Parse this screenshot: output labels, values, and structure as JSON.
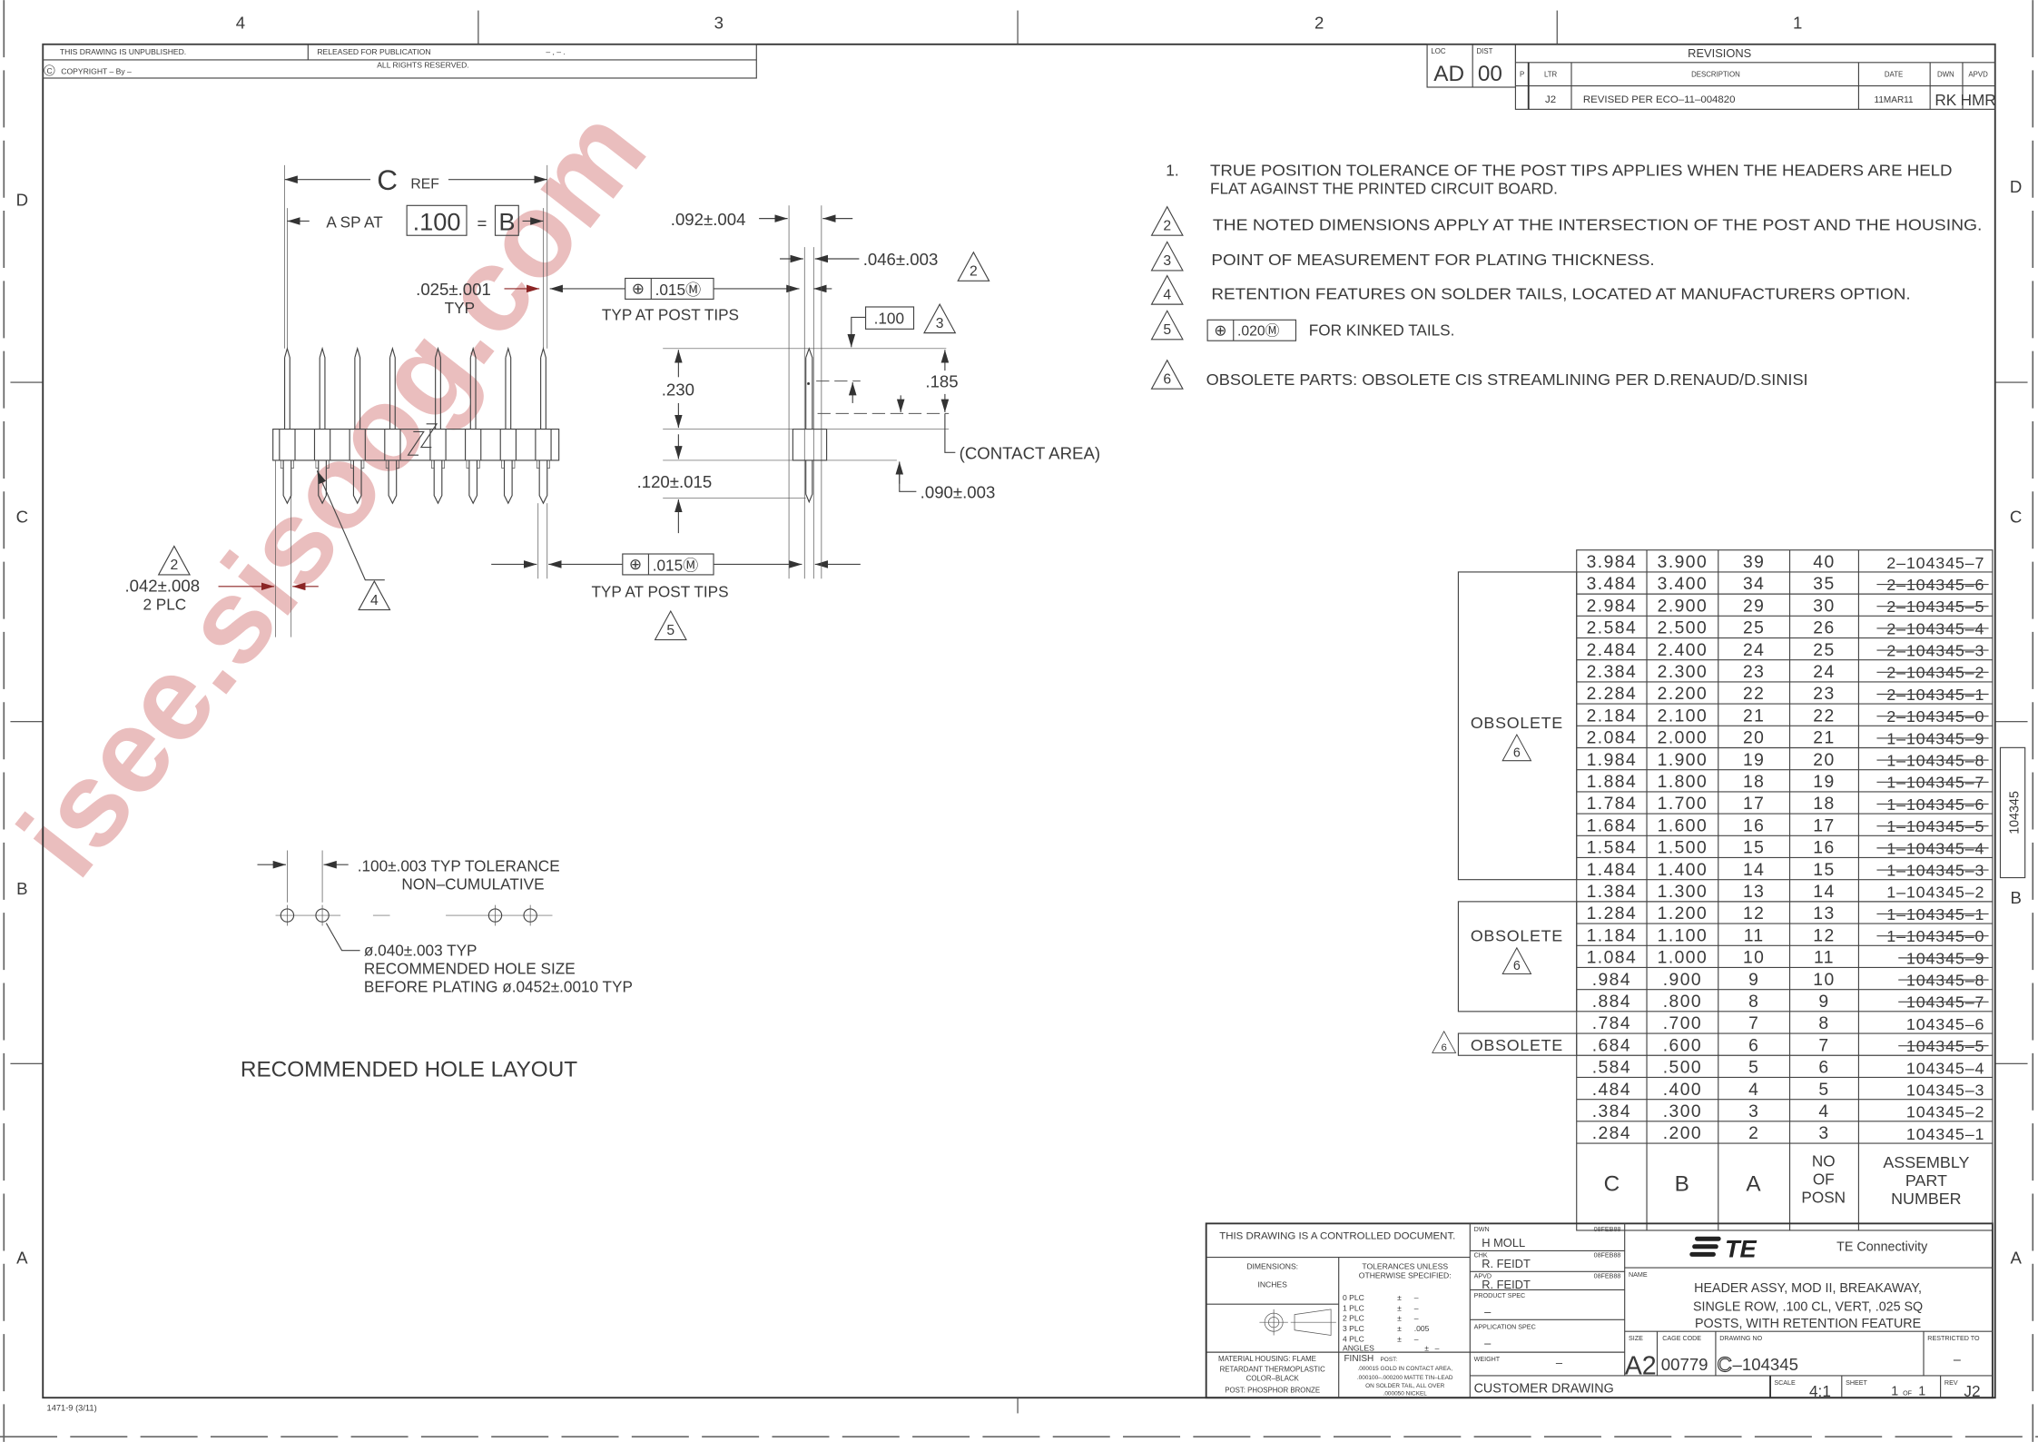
{
  "zones": {
    "top": [
      "4",
      "3",
      "2",
      "1"
    ],
    "left": [
      "D",
      "C",
      "B",
      "A"
    ],
    "right": [
      "D",
      "C",
      "B",
      "A"
    ]
  },
  "header_block": {
    "unpublished": "THIS DRAWING IS UNPUBLISHED.",
    "released": "RELEASED FOR PUBLICATION",
    "release_date": "– , –    .",
    "copyright": "COPYRIGHT  –      By  –",
    "rights": "ALL RIGHTS RESERVED."
  },
  "revisions": {
    "loc_label": "LOC",
    "loc": "AD",
    "dist_label": "DIST",
    "dist": "00",
    "title": "REVISIONS",
    "columns": {
      "p": "P",
      "ltr": "LTR",
      "desc": "DESCRIPTION",
      "date": "DATE",
      "dwn": "DWN",
      "apvd": "APVD"
    },
    "rows": [
      {
        "ltr": "J2",
        "desc": "REVISED PER ECO–11–004820",
        "date": "11MAR11",
        "dwn": "RK",
        "apvd": "HMR"
      }
    ]
  },
  "notes": [
    {
      "flag": "1.",
      "lines": [
        "TRUE POSITION TOLERANCE OF THE POST TIPS APPLIES WHEN THE HEADERS ARE HELD",
        "FLAT AGAINST THE PRINTED CIRCUIT BOARD."
      ]
    },
    {
      "flag": "2",
      "lines": [
        "THE NOTED DIMENSIONS APPLY AT THE INTERSECTION OF THE POST AND THE HOUSING."
      ]
    },
    {
      "flag": "3",
      "lines": [
        "POINT OF MEASUREMENT FOR PLATING THICKNESS."
      ]
    },
    {
      "flag": "4",
      "lines": [
        "RETENTION FEATURES ON SOLDER TAILS, LOCATED AT MANUFACTURERS OPTION."
      ]
    },
    {
      "flag": "5",
      "fcf_symbol": "⊕",
      "fcf_value": ".020Ⓜ",
      "lines": [
        "FOR KINKED TAILS."
      ]
    },
    {
      "flag": "6",
      "lines": [
        "OBSOLETE PARTS: OBSOLETE CIS STREAMLINING PER D.RENAUD/D.SINISI"
      ]
    }
  ],
  "drawing": {
    "c_ref": "C",
    "c_ref_suffix": "REF",
    "a_sp_at": "A SP AT",
    "pitch_box": ".100",
    "equals": "=",
    "b_box": "B",
    "post_size": ".025±.001",
    "post_size_typ": "TYP",
    "fcf_symbol": "⊕",
    "fcf_top": ".015Ⓜ",
    "fcf_top_note": "TYP AT POST TIPS",
    "fcf_bottom": ".015Ⓜ",
    "fcf_bottom_note": "TYP AT POST TIPS",
    "fcf_bottom_flag": "5",
    "housing_width": ".092±.004",
    "post_width": ".046±.003",
    "post_width_flag": "2",
    "plating_box": ".100",
    "plating_flag": "3",
    "post_height": ".230",
    "contact_height": ".185",
    "contact_area": "(CONTACT AREA)",
    "tail_length": ".120±.015",
    "housing_height": ".090±.003",
    "end_post": ".042±.008",
    "end_post_qty": "2 PLC",
    "end_post_flag": "2",
    "retention_flag": "4"
  },
  "hole_layout": {
    "spacing": ".100±.003 TYP TOLERANCE",
    "spacing_note": "NON–CUMULATIVE",
    "hole_lines": [
      "ø.040±.003 TYP",
      "RECOMMENDED HOLE SIZE",
      "BEFORE PLATING ø.0452±.0010 TYP"
    ],
    "title": "RECOMMENDED HOLE LAYOUT"
  },
  "table": {
    "obsolete_label": "OBSOLETE",
    "obsolete_flag": "6",
    "headers": {
      "c": "C",
      "b": "B",
      "a": "A",
      "posn": [
        "NO",
        "OF",
        "POSN"
      ],
      "part": [
        "ASSEMBLY",
        "PART",
        "NUMBER"
      ]
    },
    "rows": [
      [
        "3.984",
        "3.900",
        "39",
        "40",
        "2–104345–7",
        false
      ],
      [
        "3.484",
        "3.400",
        "34",
        "35",
        "2–104345–6",
        true
      ],
      [
        "2.984",
        "2.900",
        "29",
        "30",
        "2–104345–5",
        true
      ],
      [
        "2.584",
        "2.500",
        "25",
        "26",
        "2–104345–4",
        true
      ],
      [
        "2.484",
        "2.400",
        "24",
        "25",
        "2–104345–3",
        true
      ],
      [
        "2.384",
        "2.300",
        "23",
        "24",
        "2–104345–2",
        true
      ],
      [
        "2.284",
        "2.200",
        "22",
        "23",
        "2–104345–1",
        true
      ],
      [
        "2.184",
        "2.100",
        "21",
        "22",
        "2–104345–0",
        true
      ],
      [
        "2.084",
        "2.000",
        "20",
        "21",
        "1–104345–9",
        true
      ],
      [
        "1.984",
        "1.900",
        "19",
        "20",
        "1–104345–8",
        true
      ],
      [
        "1.884",
        "1.800",
        "18",
        "19",
        "1–104345–7",
        true
      ],
      [
        "1.784",
        "1.700",
        "17",
        "18",
        "1–104345–6",
        true
      ],
      [
        "1.684",
        "1.600",
        "16",
        "17",
        "1–104345–5",
        true
      ],
      [
        "1.584",
        "1.500",
        "15",
        "16",
        "1–104345–4",
        true
      ],
      [
        "1.484",
        "1.400",
        "14",
        "15",
        "1–104345–3",
        true
      ],
      [
        "1.384",
        "1.300",
        "13",
        "14",
        "1–104345–2",
        false
      ],
      [
        "1.284",
        "1.200",
        "12",
        "13",
        "1–104345–1",
        true
      ],
      [
        "1.184",
        "1.100",
        "11",
        "12",
        "1–104345–0",
        true
      ],
      [
        "1.084",
        "1.000",
        "10",
        "11",
        "104345–9",
        true
      ],
      [
        ".984",
        ".900",
        "9",
        "10",
        "104345–8",
        true
      ],
      [
        ".884",
        ".800",
        "8",
        "9",
        "104345–7",
        true
      ],
      [
        ".784",
        ".700",
        "7",
        "8",
        "104345–6",
        false
      ],
      [
        ".684",
        ".600",
        "6",
        "7",
        "104345–5",
        true
      ],
      [
        ".584",
        ".500",
        "5",
        "6",
        "104345–4",
        false
      ],
      [
        ".484",
        ".400",
        "4",
        "5",
        "104345–3",
        false
      ],
      [
        ".384",
        ".300",
        "3",
        "4",
        "104345–2",
        false
      ],
      [
        ".284",
        ".200",
        "2",
        "3",
        "104345–1",
        false
      ]
    ]
  },
  "title_block": {
    "controlled": "THIS DRAWING IS A CONTROLLED DOCUMENT.",
    "dimensions_label": "DIMENSIONS:",
    "dimensions_unit": "INCHES",
    "tolerances_title": [
      "TOLERANCES UNLESS",
      "OTHERWISE SPECIFIED:"
    ],
    "tolerances": [
      {
        "label": "0 PLC",
        "sign": "±",
        "value": "–"
      },
      {
        "label": "1 PLC",
        "sign": "±",
        "value": "–"
      },
      {
        "label": "2 PLC",
        "sign": "±",
        "value": "–"
      },
      {
        "label": "3 PLC",
        "sign": "±",
        "value": ".005"
      },
      {
        "label": "4 PLC",
        "sign": "±",
        "value": "–"
      },
      {
        "label": "ANGLES",
        "sign": "±",
        "value": "–"
      }
    ],
    "material": [
      "MATERIAL   HOUSING: FLAME",
      "RETARDANT THERMOPLASTIC",
      "COLOR–BLACK",
      "POST: PHOSPHOR BRONZE"
    ],
    "finish_label": "FINISH",
    "finish_post": "POST:",
    "finish": [
      ".000015 GOLD IN CONTACT AREA,",
      ".000100–.000200 MATTE TIN–LEAD",
      "ON SOLDER TAIL, ALL OVER",
      ".000050 NICKEL"
    ],
    "dwn_label": "DWN",
    "dwn": "H  MOLL",
    "dwn_date": "08FEB88",
    "chk_label": "CHK",
    "chk": "R.  FEIDT",
    "chk_date": "08FEB88",
    "apvd_label": "APVD",
    "apvd": "R.  FEIDT",
    "apvd_date": "08FEB88",
    "product_spec_label": "PRODUCT SPEC",
    "product_spec": "–",
    "application_spec_label": "APPLICATION SPEC",
    "application_spec": "–",
    "weight_label": "WEIGHT",
    "weight": "–",
    "customer_drawing": "CUSTOMER DRAWING",
    "logo": "TE",
    "company": "TE Connectivity",
    "name_label": "NAME",
    "name": [
      "HEADER ASSY, MOD II, BREAKAWAY,",
      "SINGLE ROW, .100 CL, VERT, .025 SQ",
      "POSTS, WITH RETENTION FEATURE"
    ],
    "size_label": "SIZE",
    "size": "A2",
    "cage_label": "CAGE CODE",
    "cage": "00779",
    "drawing_no_label": "DRAWING NO",
    "drawing_prefix": "C",
    "drawing_no": "–104345",
    "restricted_label": "RESTRICTED TO",
    "restricted": "–",
    "scale_label": "SCALE",
    "scale": "4:1",
    "sheet_label": "SHEET",
    "sheet": "1",
    "sheet_of": "OF",
    "sheet_total": "1",
    "rev_label": "REV",
    "rev": "J2"
  },
  "form_no": "1471-9  (3/11)",
  "side_tab": "104345",
  "watermark": "isee.sisoog.com"
}
